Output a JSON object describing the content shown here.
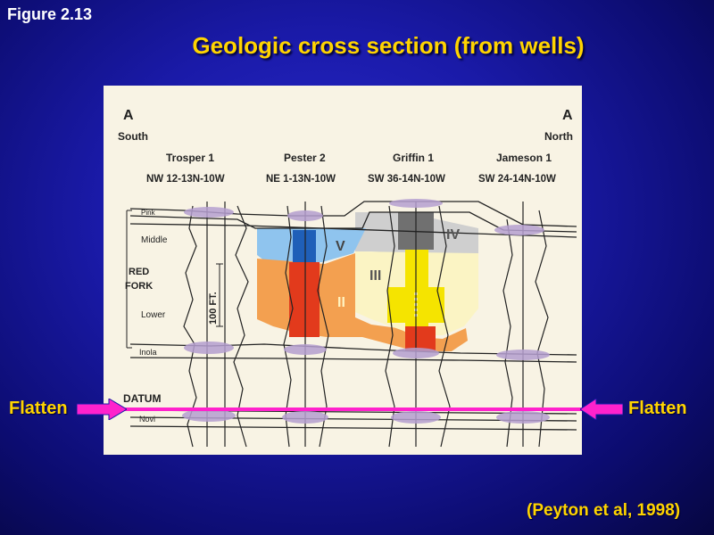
{
  "figure_label": "Figure 2.13",
  "title": "Geologic cross section (from wells)",
  "citation": "(Peyton et al, 1998)",
  "flatten_left": "Flatten",
  "flatten_right": "Flatten",
  "section": {
    "left_end": {
      "letter": "A",
      "direction": "South"
    },
    "right_end": {
      "letter": "A",
      "direction": "North"
    },
    "wells": [
      {
        "name": "Trosper 1",
        "location": "NW 12-13N-10W"
      },
      {
        "name": "Pester 2",
        "location": "NE 1-13N-10W"
      },
      {
        "name": "Griffin 1",
        "location": "SW 36-14N-10W"
      },
      {
        "name": "Jameson 1",
        "location": "SW 24-14N-10W"
      }
    ],
    "units": {
      "pink": "Pink",
      "middle": "Middle",
      "red_fork_1": "RED",
      "red_fork_2": "FORK",
      "lower": "Lower",
      "inola": "Inola",
      "datum": "DATUM",
      "novi": "Novi"
    },
    "scale": "100 FT.",
    "zones": [
      "V",
      "IV",
      "III",
      "II"
    ]
  },
  "colors": {
    "title": "#ffd400",
    "flatten_arrow": "#ff22cc",
    "zone_v": "#8fc4ee",
    "zone_iv": "#cfcfcf",
    "zone_iii": "#fbf4c4",
    "zone_ii": "#f3a050",
    "core_yellow": "#f5e400",
    "core_red": "#e23a1c"
  }
}
